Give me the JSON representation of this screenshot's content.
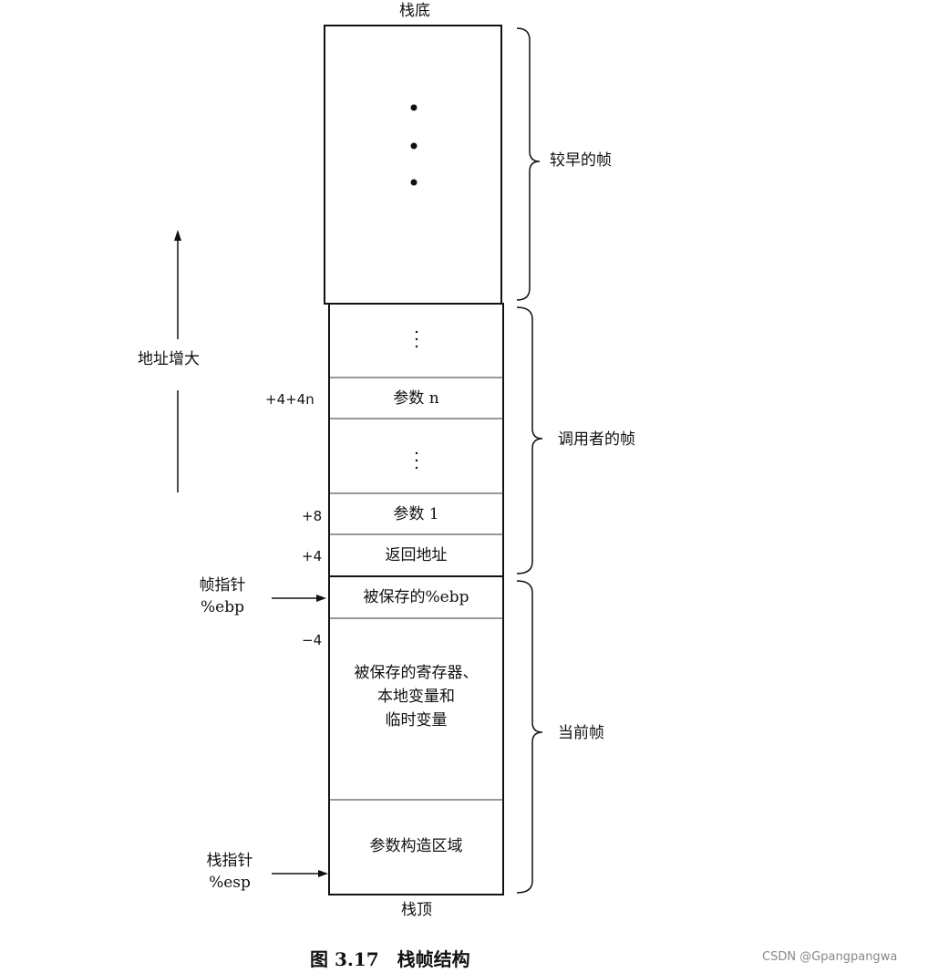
{
  "diagram": {
    "stack_bottom_label": "栈底",
    "stack_top_label": "栈顶",
    "address_label": "地址增大",
    "cells": {
      "param_n": "参数 n",
      "param_1": "参数 1",
      "return_addr": "返回地址",
      "saved_ebp": "被保存的%ebp",
      "saved_regs": "被保存的寄存器、\n本地变量和\n临时变量",
      "arg_build": "参数构造区域"
    },
    "offsets": {
      "plus_4_4n": "+4+4n",
      "plus_8": "+8",
      "plus_4": "+4",
      "minus_4": "−4"
    },
    "pointers": {
      "frame_pointer": "帧指针\n%ebp",
      "stack_pointer": "栈指针\n%esp"
    },
    "braces": {
      "earlier_frames": "较早的帧",
      "caller_frame": "调用者的帧",
      "current_frame": "当前帧"
    },
    "caption": "图 3.17　栈帧结构",
    "watermark": "CSDN @Gpangpangwa"
  }
}
